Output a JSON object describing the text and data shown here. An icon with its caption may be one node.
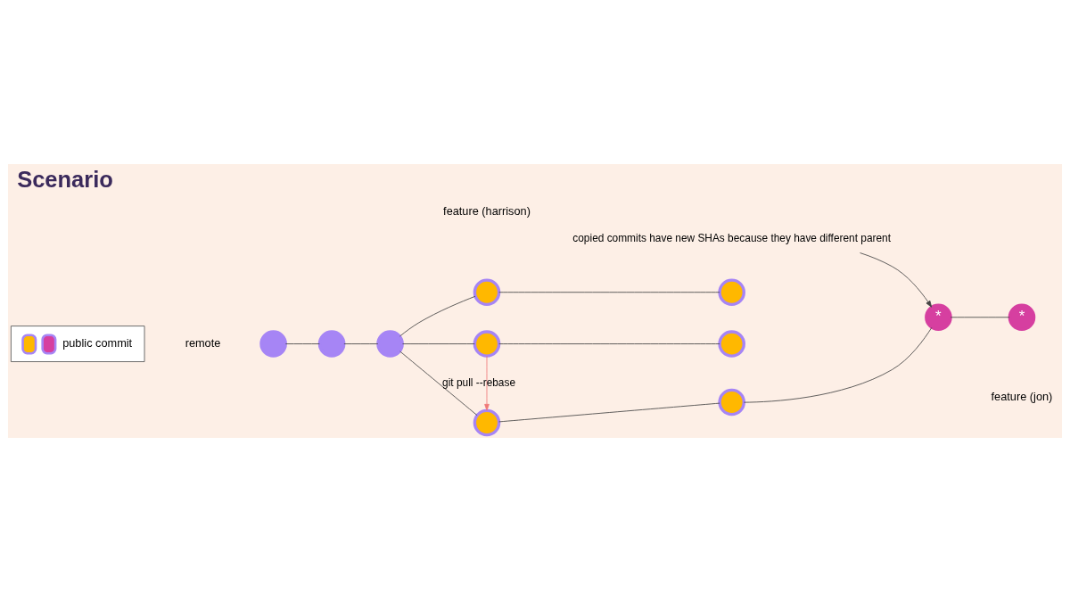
{
  "diagram": {
    "title": "Scenario",
    "nodes": [
      {
        "text": [],
        "shape": "circle"
      },
      {
        "text": [],
        "shape": "circle"
      },
      {
        "text": [],
        "shape": "circle"
      },
      {
        "text": [],
        "shape": "circle"
      },
      {
        "text": [],
        "shape": "circle"
      },
      {
        "text": [],
        "shape": "circle"
      },
      {
        "text": [],
        "shape": "circle"
      },
      {
        "text": [],
        "shape": "circle"
      },
      {
        "text": [],
        "shape": "circle"
      },
      {
        "text": [
          "*"
        ]
      },
      {
        "text": [
          "*"
        ]
      },
      {
        "text": [
          "copied commits have new SHAs because they have different parent"
        ]
      }
    ],
    "edges": [
      {
        "from": 0,
        "to": 1,
        "arrow": "none"
      },
      {
        "from": 1,
        "to": 2,
        "arrow": "none"
      },
      {
        "from": 2,
        "to": 3,
        "arrow": "none"
      },
      {
        "from": 3,
        "to": 4,
        "arrow": "none"
      },
      {
        "from": 2,
        "to": 5,
        "arrow": "none"
      },
      {
        "from": 5,
        "to": 6,
        "arrow": "none"
      },
      {
        "from": 2,
        "to": 7,
        "arrow": "none"
      },
      {
        "from": 7,
        "to": 8,
        "arrow": "none"
      },
      {
        "from": 8,
        "to": 9,
        "arrow": "none"
      },
      {
        "from": 9,
        "to": 10,
        "arrow": "none"
      },
      {
        "from": 5,
        "to": 7,
        "arrow": "to",
        "label": "git pull --rebase",
        "color": "#f07878"
      },
      {
        "from": 11,
        "to": 9,
        "arrow": "to"
      }
    ],
    "labels": [
      "feature (harrison)",
      "remote",
      "feature (jon)"
    ],
    "legend": [
      {
        "text": "public commit"
      }
    ]
  }
}
